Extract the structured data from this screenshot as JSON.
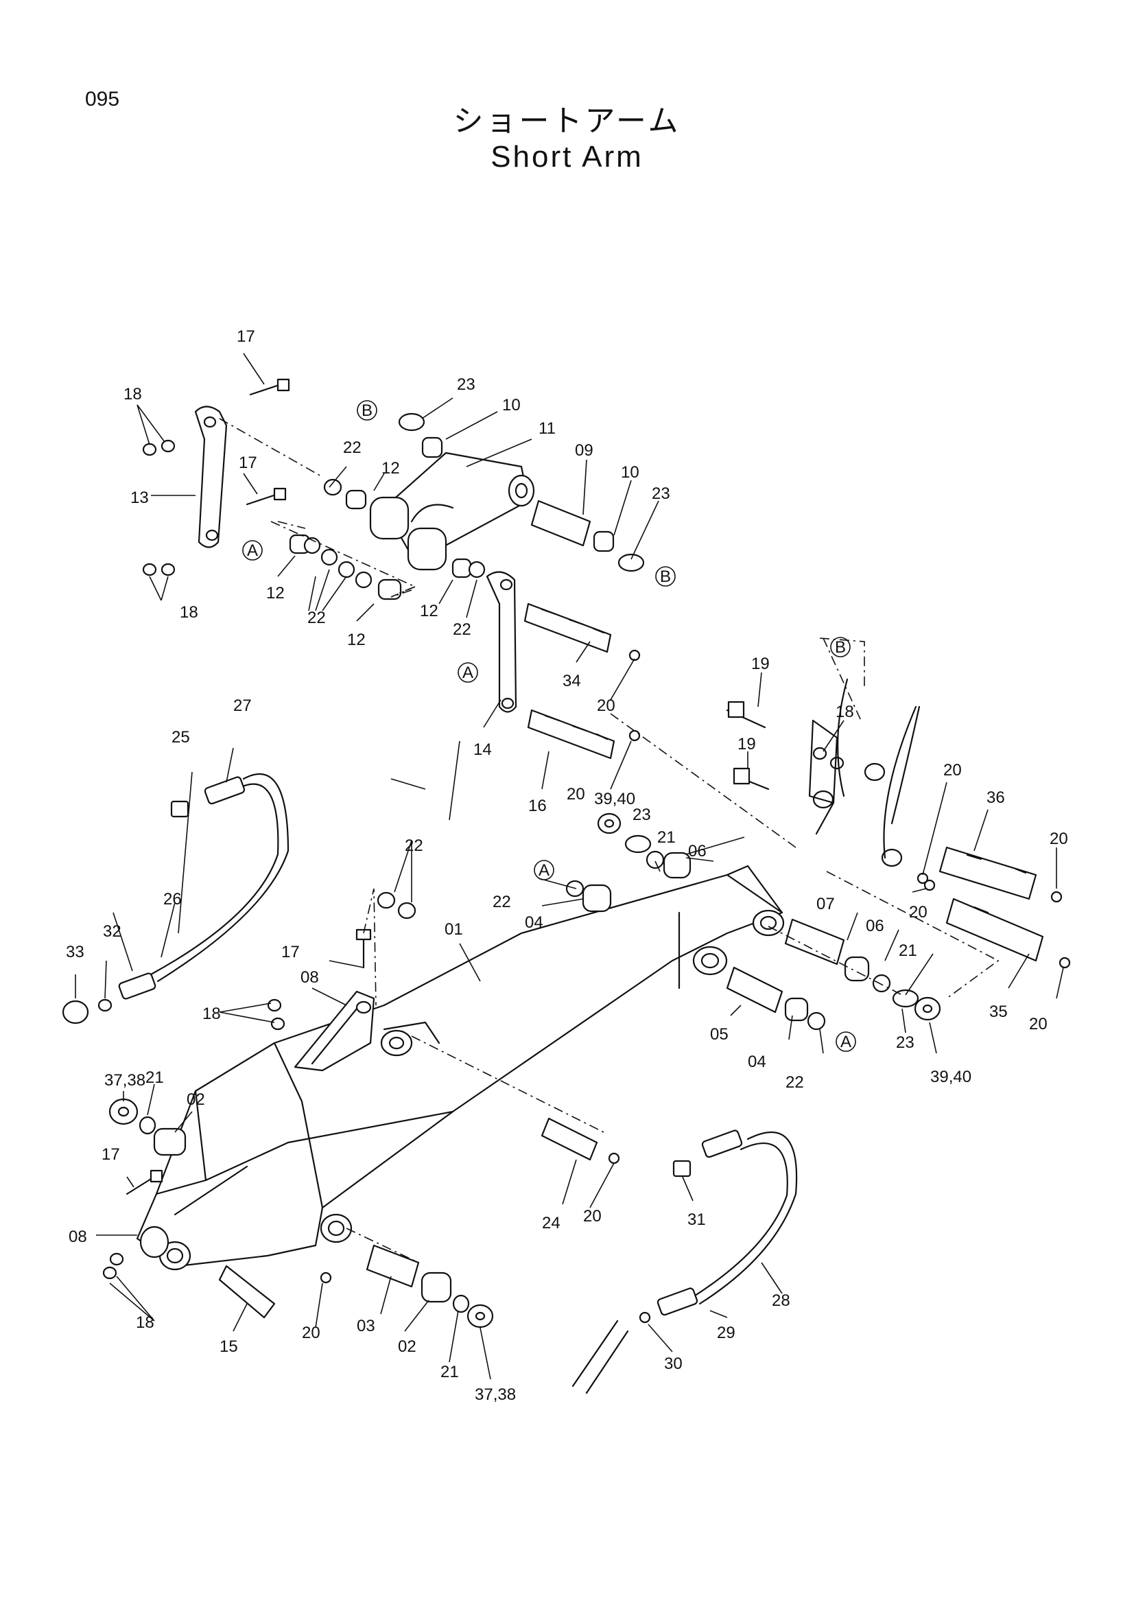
{
  "page_number": "095",
  "title_jp": "ショートアーム",
  "title_en": "Short Arm",
  "reference_marks": [
    "A",
    "B"
  ],
  "part_numbers": [
    "01",
    "02",
    "03",
    "04",
    "05",
    "06",
    "07",
    "08",
    "09",
    "10",
    "11",
    "12",
    "13",
    "14",
    "15",
    "16",
    "17",
    "18",
    "19",
    "20",
    "21",
    "22",
    "23",
    "24",
    "25",
    "26",
    "27",
    "28",
    "29",
    "30",
    "31",
    "32",
    "33",
    "34",
    "35",
    "36",
    "37,38",
    "39,40"
  ]
}
